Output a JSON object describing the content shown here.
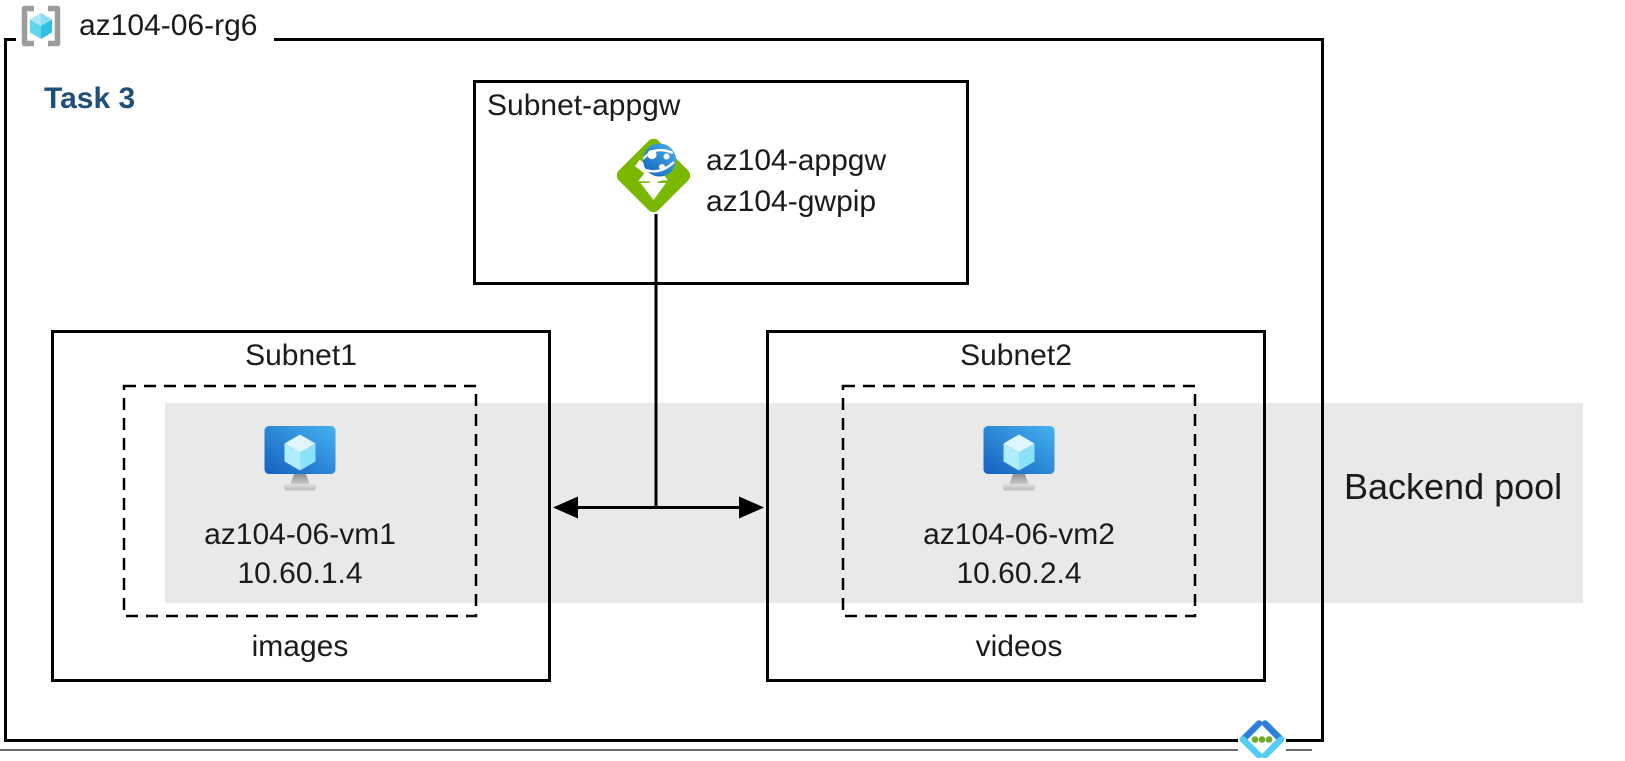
{
  "resource_group": {
    "name": "az104-06-rg6"
  },
  "task_label": "Task 3",
  "appgw_subnet": {
    "title": "Subnet-appgw",
    "gateway_name": "az104-appgw",
    "gateway_pip": "az104-gwpip"
  },
  "subnets": [
    {
      "title": "Subnet1",
      "vm_name": "az104-06-vm1",
      "vm_ip": "10.60.1.4",
      "caption": "images"
    },
    {
      "title": "Subnet2",
      "vm_name": "az104-06-vm2",
      "vm_ip": "10.60.2.4",
      "caption": "videos"
    }
  ],
  "backend_pool_label": "Backend pool",
  "icons": {
    "resource_group": "resource-group-icon",
    "application_gateway": "application-gateway-icon",
    "virtual_machine": "virtual-machine-icon",
    "virtual_network": "virtual-network-icon"
  },
  "colors": {
    "task_label": "#1f4e79",
    "backend_pool_band": "#e9e9e9",
    "appgw_green": "#7ab800",
    "vm_blue_light": "#45b2f0",
    "vm_blue_dark": "#1560bf",
    "cube_cyan": "#8be1f7",
    "vnet_blue": "#2e7fd9",
    "vnet_cyan": "#53cdf3",
    "dot_green": "#6fab26",
    "bracket_gray": "#9d9d9d",
    "border_black": "#000000"
  }
}
